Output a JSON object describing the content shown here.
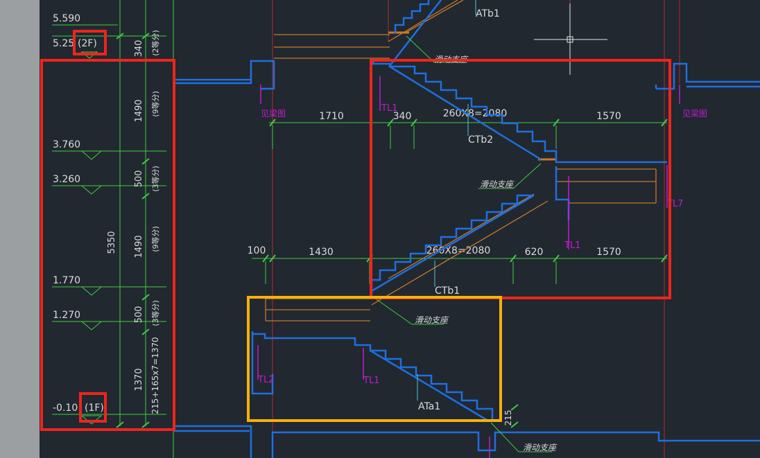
{
  "colors": {
    "background": "#212830",
    "sidebar": "#9c9fa2",
    "dimension_green": "#3ecf3e",
    "stair_blue": "#1f6fe0",
    "orange": "#c9792a",
    "magenta": "#c31bd0",
    "cyan": "#58c6d0",
    "highlight_red": "#f0241c",
    "highlight_yellow": "#f5b10a",
    "text_white": "#dcdcdc"
  },
  "elevations": {
    "e5590": "5.590",
    "e5250": "5.25",
    "floor2": "(2F)",
    "e3760": "3.760",
    "e3260": "3.260",
    "e1770": "1.770",
    "e1270": "1.270",
    "e0100": "-0.10",
    "floor1": "(1F)"
  },
  "vertical_dims": {
    "total": "5350",
    "d340": "340",
    "d340_div": "(2等分)",
    "d1490a": "1490",
    "d1490a_div": "(9等分)",
    "d500a": "500",
    "d500a_div": "(3等分)",
    "d1490b": "1490",
    "d1490b_div": "(9等分)",
    "d500b": "500",
    "d500b_div": "(3等分)",
    "d1370": "1370",
    "d1370_formula": "215+165x7=1370",
    "d215": "215"
  },
  "horizontal_dims": {
    "row1": [
      "1710",
      "340",
      "260X8=2080",
      "1570"
    ],
    "row2": [
      "100",
      "1430",
      "260X8=2080",
      "620",
      "1570"
    ]
  },
  "labels": {
    "atb1": "ATb1",
    "ctb2": "CTb2",
    "ctb1": "CTb1",
    "ata1": "ATa1",
    "tl1": "TL1",
    "tl2": "TL2",
    "tl7": "TL7",
    "see_beam": "见梁图",
    "sliding_support": "滑动支座"
  }
}
